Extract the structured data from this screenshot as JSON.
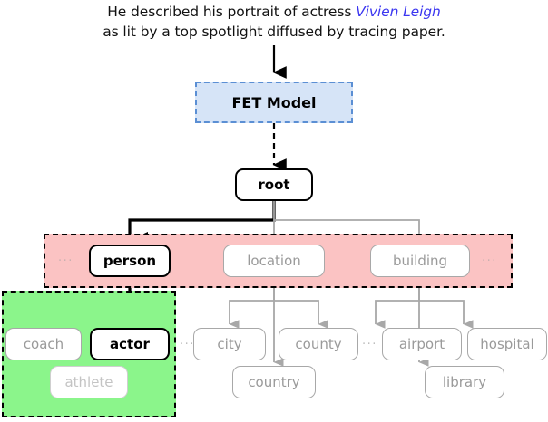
{
  "caption": {
    "line1_before": "He described his portrait of actress ",
    "entity": "Vivien Leigh",
    "line2": "as lit by a top spotlight diffused by tracing paper."
  },
  "model": {
    "label": "FET Model"
  },
  "taxonomy": {
    "root": {
      "label": "root"
    },
    "level1": [
      {
        "label": "person",
        "state": "selected"
      },
      {
        "label": "location",
        "state": "dim"
      },
      {
        "label": "building",
        "state": "dim"
      }
    ],
    "level2_person": [
      {
        "label": "coach",
        "state": "dim"
      },
      {
        "label": "actor",
        "state": "selected"
      },
      {
        "label": "athlete",
        "state": "dimmer"
      }
    ],
    "level2_location": [
      {
        "label": "city",
        "state": "dim"
      },
      {
        "label": "county",
        "state": "dim"
      },
      {
        "label": "country",
        "state": "dim"
      }
    ],
    "level2_building": [
      {
        "label": "airport",
        "state": "dim"
      },
      {
        "label": "hospital",
        "state": "dim"
      },
      {
        "label": "library",
        "state": "dim"
      }
    ],
    "ellipsis": "···"
  },
  "colors": {
    "band_person_level": "#fbc3c3",
    "band_person_children": "#8bf58b",
    "model_fill": "#d6e4f7",
    "model_border": "#5b8fd4",
    "entity_text": "#3b36f0",
    "selected_edge": "#000000",
    "dim_edge": "#a8a8a8"
  }
}
